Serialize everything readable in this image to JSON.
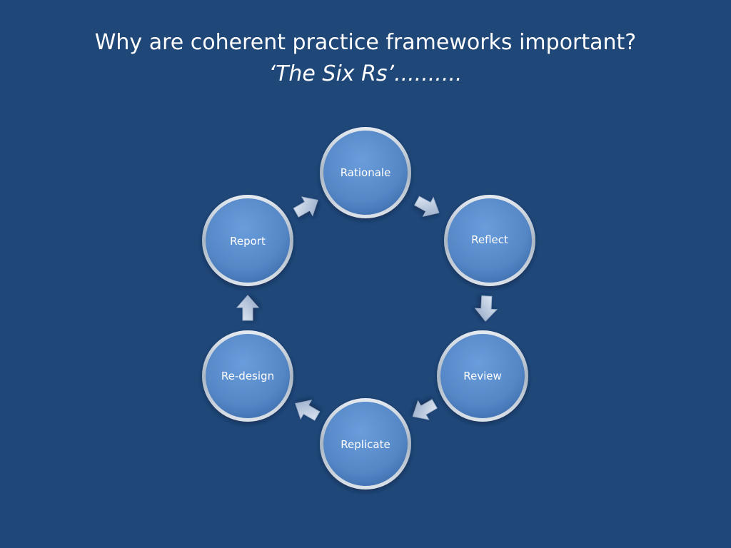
{
  "slide": {
    "title": "Why are coherent practice frameworks important?",
    "subtitle": "‘The Six Rs’..........",
    "background_color": "#1f4778"
  },
  "diagram": {
    "type": "cycle",
    "direction": "clockwise",
    "node_color": "#5b8fcf",
    "node_border_color": "#c9d3dd",
    "arrow_color": "#c6d2e4",
    "nodes": [
      {
        "label": "Rationale"
      },
      {
        "label": "Reflect"
      },
      {
        "label": "Review"
      },
      {
        "label": "Replicate"
      },
      {
        "label": "Re-design"
      },
      {
        "label": "Report"
      }
    ],
    "arrow_icon": "chevron-arrow-icon"
  }
}
